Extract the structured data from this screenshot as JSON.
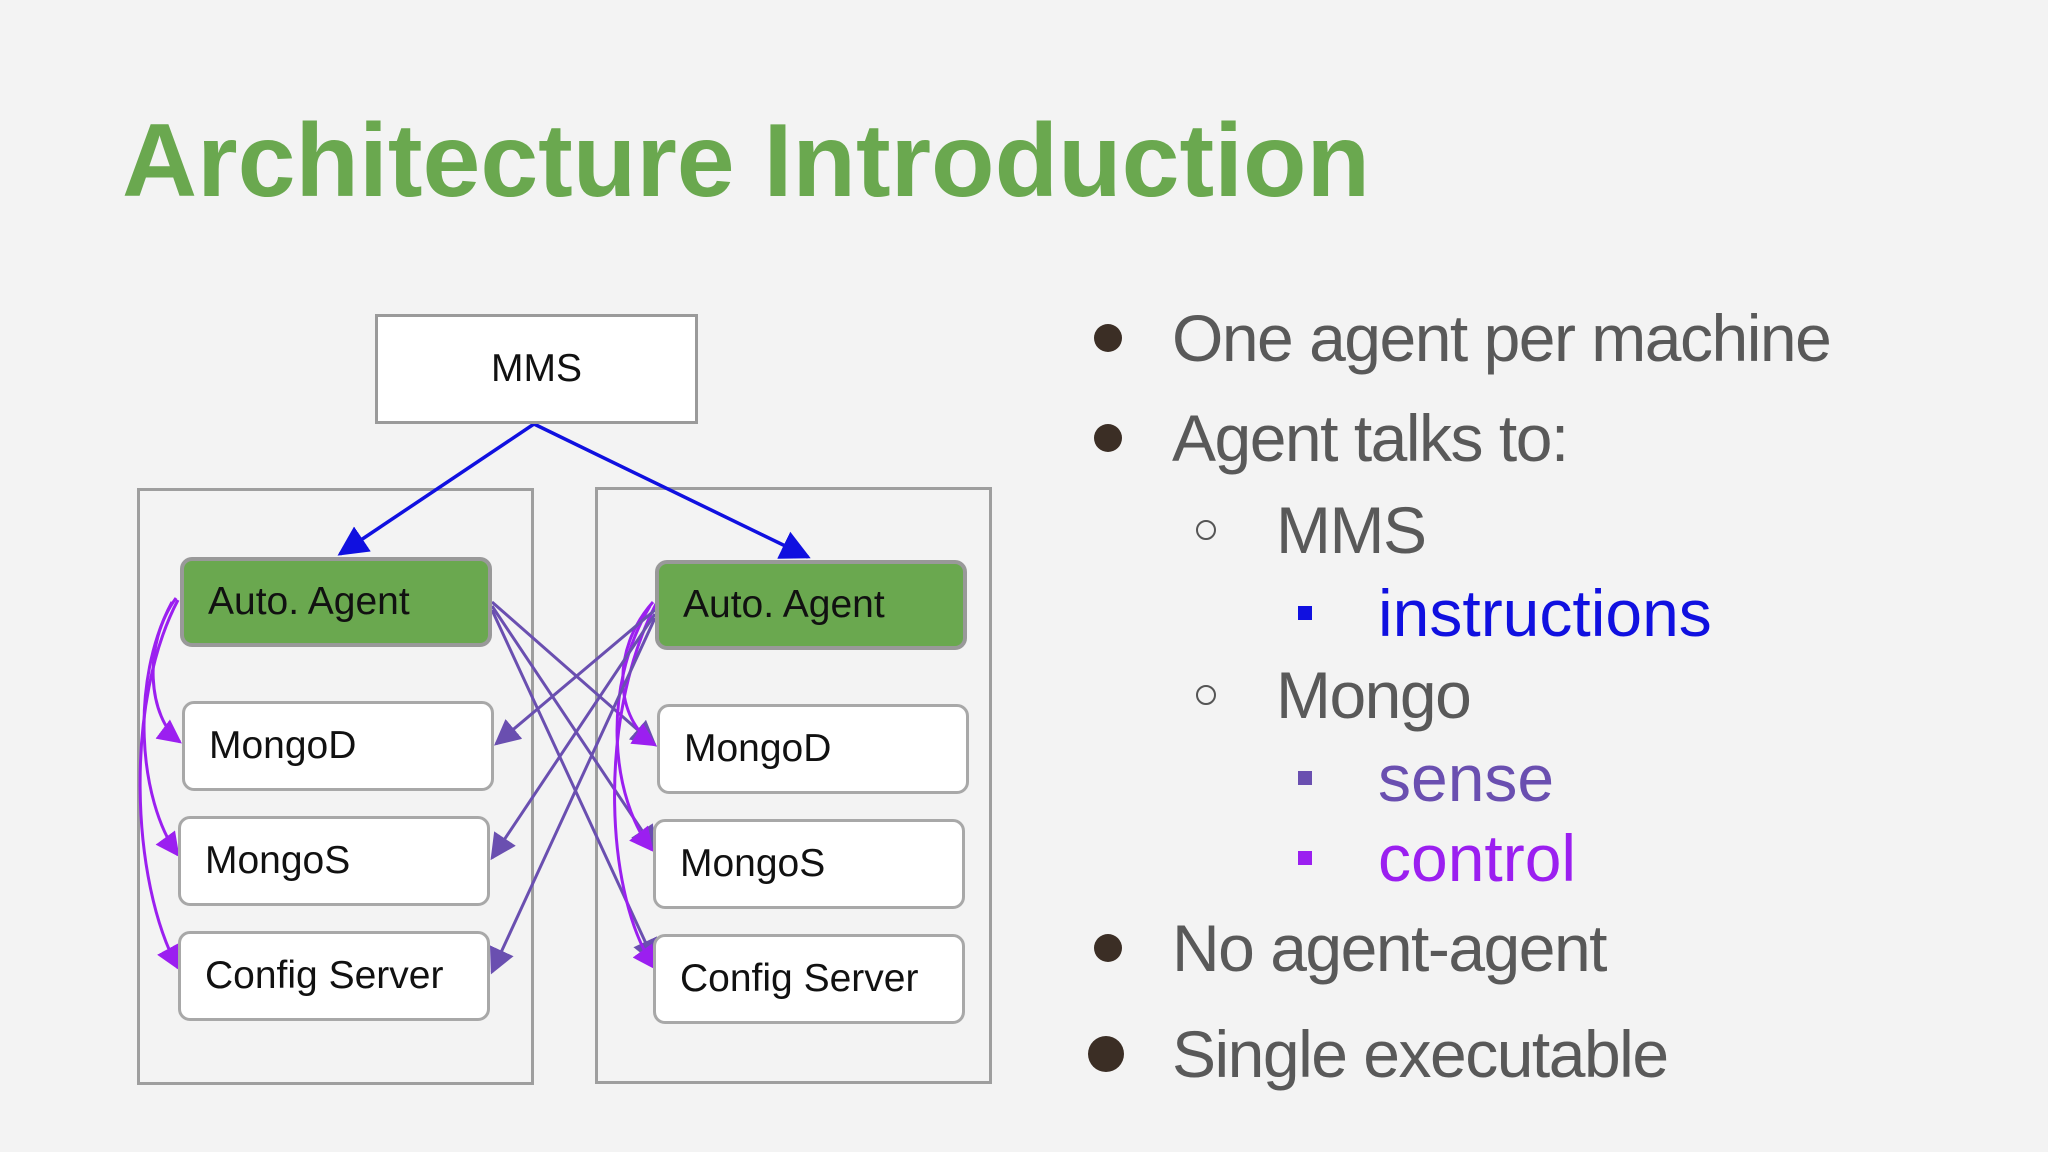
{
  "title": "Architecture Introduction",
  "colors": {
    "title": "#6aa84f",
    "agent_fill": "#6aa84f",
    "mms_link": "#1010e0",
    "sense": "#6a4fb0",
    "control": "#9b1ff0",
    "bullet_text": "#595959"
  },
  "diagram": {
    "mms": "MMS",
    "machines": [
      {
        "agent": "Auto. Agent",
        "processes": [
          "MongoD",
          "MongoS",
          "Config Server"
        ]
      },
      {
        "agent": "Auto. Agent",
        "processes": [
          "MongoD",
          "MongoS",
          "Config Server"
        ]
      }
    ]
  },
  "bullets": [
    {
      "level": 1,
      "text": "One agent per machine"
    },
    {
      "level": 1,
      "text": "Agent talks to:"
    },
    {
      "level": 2,
      "text": "MMS"
    },
    {
      "level": 3,
      "text": "instructions",
      "color": "#1010e0"
    },
    {
      "level": 2,
      "text": "Mongo"
    },
    {
      "level": 3,
      "text": "sense",
      "color": "#6a4fb0"
    },
    {
      "level": 3,
      "text": "control",
      "color": "#9b1ff0"
    },
    {
      "level": 1,
      "text": "No agent-agent"
    },
    {
      "level": 1,
      "text": "Single executable"
    }
  ]
}
